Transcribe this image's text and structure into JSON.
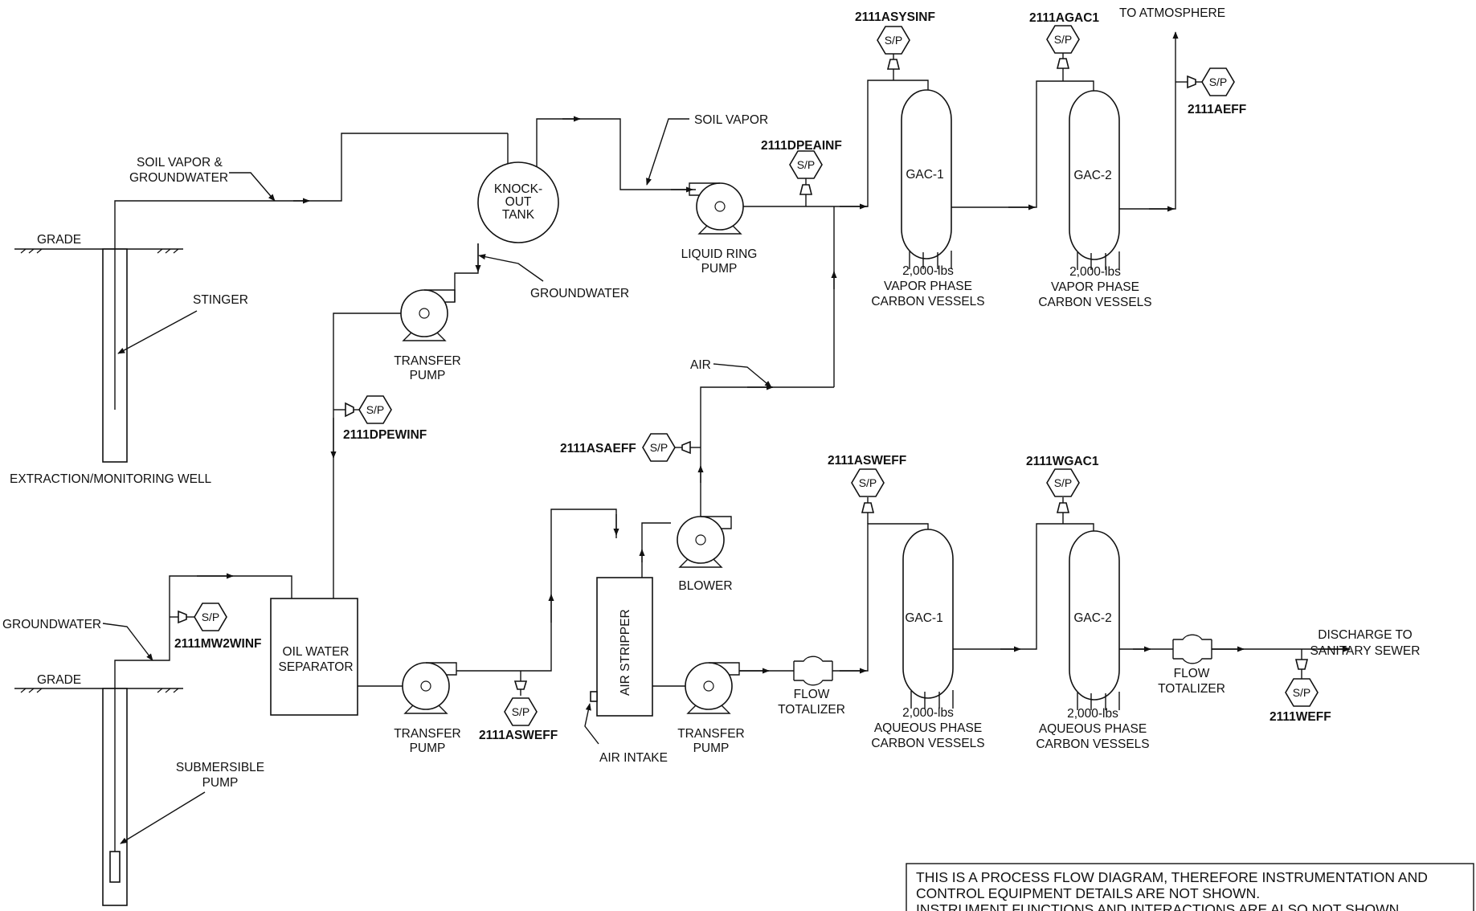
{
  "labels": {
    "soil_vapor_gw": [
      "SOIL VAPOR &",
      "GROUNDWATER"
    ],
    "grade": "GRADE",
    "stinger": "STINGER",
    "extraction_well": "EXTRACTION/MONITORING WELL",
    "knockout_tank": [
      "KNOCK-",
      "OUT",
      "TANK"
    ],
    "groundwater": "GROUNDWATER",
    "transfer_pump": [
      "TRANSFER",
      "PUMP"
    ],
    "soil_vapor": "SOIL VAPOR",
    "liquid_ring_pump": [
      "LIQUID RING",
      "PUMP"
    ],
    "air": "AIR",
    "gac1": "GAC-1",
    "gac2": "GAC-2",
    "vapor_vessels": [
      "2,000-lbs",
      "VAPOR PHASE",
      "CARBON VESSELS"
    ],
    "aqueous_vessels": [
      "2,000-lbs",
      "AQUEOUS PHASE",
      "CARBON VESSELS"
    ],
    "to_atmosphere": "TO ATMOSPHERE",
    "oil_water_separator": [
      "OIL WATER",
      "SEPARATOR"
    ],
    "submersible_pump": [
      "SUBMERSIBLE",
      "PUMP"
    ],
    "air_stripper": "AIR STRIPPER",
    "air_intake": "AIR INTAKE",
    "blower": "BLOWER",
    "flow_totalizer": [
      "FLOW",
      "TOTALIZER"
    ],
    "discharge": [
      "DISCHARGE TO",
      "SANITARY SEWER"
    ],
    "sample_port": "S/P"
  },
  "sample_tags": {
    "asysinf": "2111ASYSINF",
    "agac1": "2111AGAC1",
    "aeff": "2111AEFF",
    "dpeainf": "2111DPEAINF",
    "dpewinf": "2111DPEWINF",
    "asaeff": "2111ASAEFF",
    "asweff_top": "2111ASWEFF",
    "wgac1": "2111WGAC1",
    "mw2winf": "2111MW2WINF",
    "asweff_bottom": "2111ASWEFF",
    "weff": "2111WEFF"
  },
  "note_lines": [
    "THIS IS A PROCESS FLOW DIAGRAM, THEREFORE INSTRUMENTATION AND",
    "CONTROL EQUIPMENT DETAILS ARE NOT SHOWN.",
    "INSTRUMENT FUNCTIONS AND INTERACTIONS ARE ALSO NOT SHOWN."
  ]
}
